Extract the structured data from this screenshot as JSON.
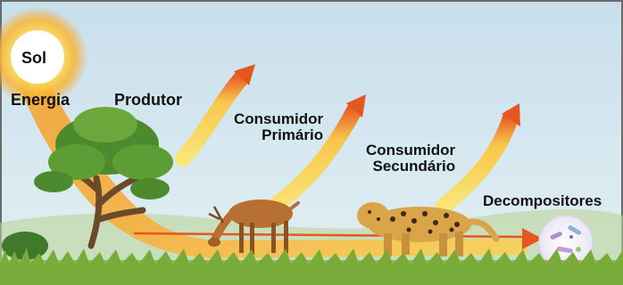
{
  "labels": {
    "sun": "Sol",
    "energy": "Energia",
    "producer": "Produtor",
    "primary_consumer_line1": "Consumidor",
    "primary_consumer_line2": "Primário",
    "secondary_consumer_line1": "Consumidor",
    "secondary_consumer_line2": "Secundário",
    "decomposers": "Decompositores"
  },
  "colors": {
    "sky_top": "#cfe3ee",
    "sky_bottom": "#dfeef3",
    "grass": "#8fbf4a",
    "energy_orange": "#f5a33a",
    "energy_yellow": "#f7e06a",
    "arrow_red": "#e4571f",
    "sun_glow": "#f9c23c",
    "sun_core": "#ffffff",
    "frame": "#555555"
  },
  "icons": {
    "sun": "sun-icon",
    "tree": "tree-icon",
    "deer": "deer-icon",
    "jaguar": "jaguar-icon",
    "microbes": "microbes-icon"
  }
}
